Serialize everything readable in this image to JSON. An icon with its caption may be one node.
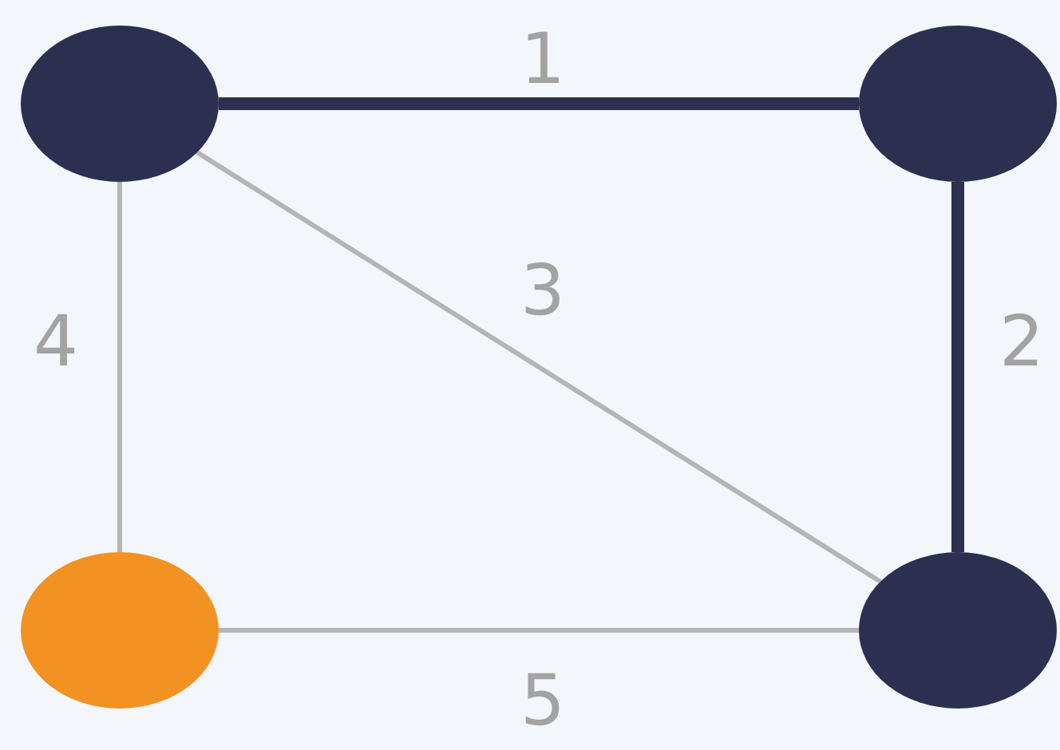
{
  "diagram": {
    "nodes": [
      {
        "text": [],
        "shape": "circle"
      },
      {
        "text": [],
        "shape": "circle"
      },
      {
        "text": [],
        "shape": "circle"
      },
      {
        "text": [],
        "shape": "circle"
      }
    ],
    "edges": [
      {
        "from": 0,
        "to": 1,
        "arrow": "none",
        "label": "1",
        "style": "thick",
        "color": "#2b3050"
      },
      {
        "from": 1,
        "to": 3,
        "arrow": "none",
        "label": "2",
        "style": "thick",
        "color": "#2b3050"
      },
      {
        "from": 0,
        "to": 3,
        "arrow": "none",
        "label": "3"
      },
      {
        "from": 0,
        "to": 2,
        "arrow": "none",
        "label": "4"
      },
      {
        "from": 2,
        "to": 3,
        "arrow": "none",
        "label": "5"
      }
    ]
  }
}
